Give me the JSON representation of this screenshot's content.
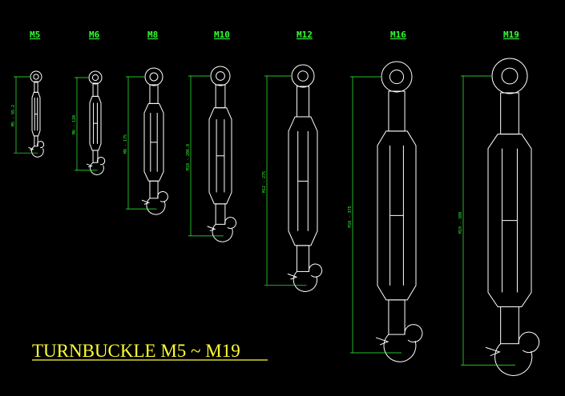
{
  "title": "TURNBUCKLE M5 ~ M19",
  "colors": {
    "background": "#000000",
    "outline": "#ffffff",
    "dimension": "#33ff33",
    "title": "#ffff33"
  },
  "items": [
    {
      "label": "M5",
      "dimension": "M5 - 95.2"
    },
    {
      "label": "M6",
      "dimension": "M6 - 120"
    },
    {
      "label": "M8",
      "dimension": "M8 - 175"
    },
    {
      "label": "M10",
      "dimension": "M10 - 206.8"
    },
    {
      "label": "M12",
      "dimension": "M12 - 275"
    },
    {
      "label": "M16",
      "dimension": "M16 - 375"
    },
    {
      "label": "M19",
      "dimension": "M19 - 380"
    }
  ]
}
